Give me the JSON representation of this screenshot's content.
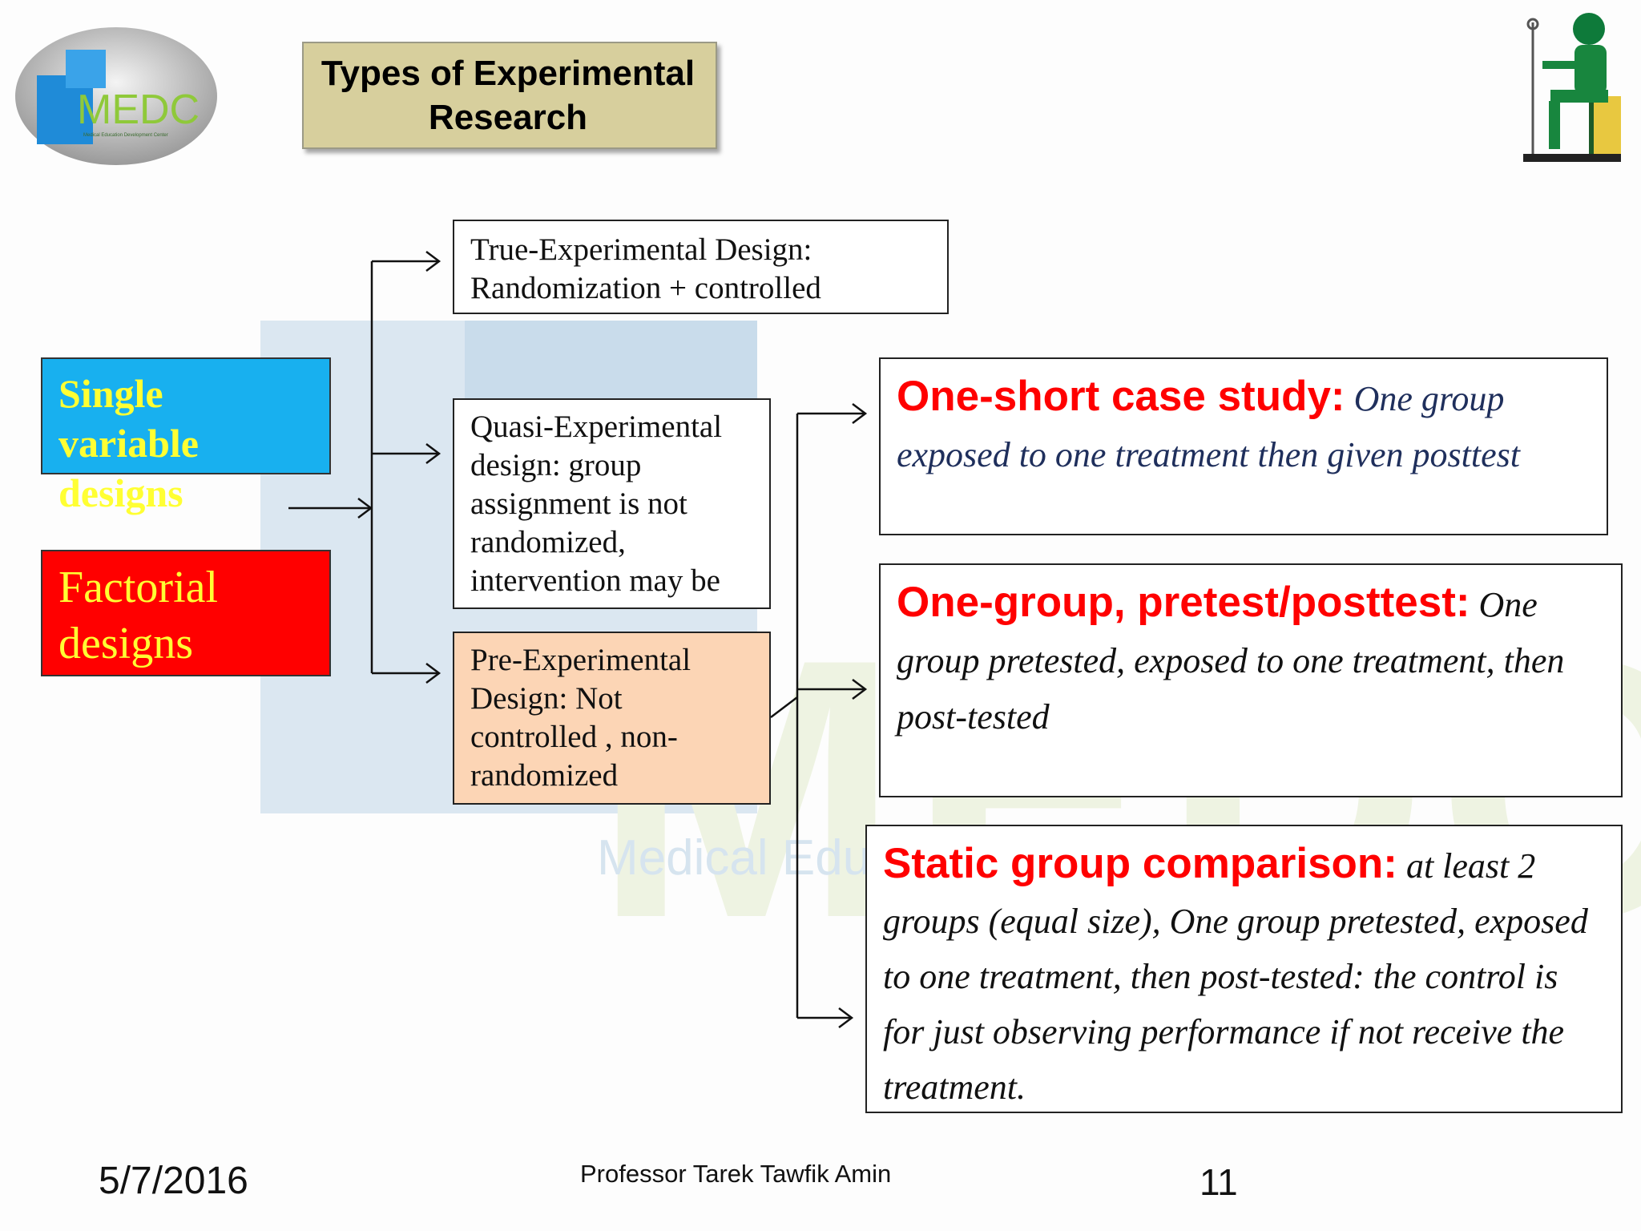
{
  "title": "Types of Experimental Research",
  "logo": {
    "text": "MEDC",
    "subtext": "Medical Education Development Center"
  },
  "watermark": {
    "text": "MEDC",
    "subtext": "Medical Education Development Center"
  },
  "left_boxes": {
    "single": "Single variable designs",
    "factorial": "Factorial designs"
  },
  "middle_boxes": {
    "true_experimental": "True-Experimental Design: Randomization + controlled",
    "quasi_experimental": "Quasi-Experimental design: group assignment is not randomized, intervention may be",
    "pre_experimental": "Pre-Experimental Design: Not controlled , non-randomized"
  },
  "right_boxes": {
    "one_shot": {
      "heading": "One-short case study:",
      "body": "One group exposed to one treatment then given posttest"
    },
    "one_group": {
      "heading": "One-group, pretest/posttest:",
      "body": "One group pretested, exposed to one treatment, then post-tested"
    },
    "static_group": {
      "heading": "Static group comparison:",
      "body": "at least 2 groups (equal size), One group pretested, exposed to one treatment, then post-tested: the control is for just observing performance if not receive the treatment."
    }
  },
  "footer": {
    "date": "5/7/2016",
    "author": "Professor Tarek Tawfik Amin",
    "page": "11"
  },
  "colors": {
    "title_bg": "#d7cf9d",
    "single_bg": "#18b0ef",
    "factorial_bg": "#ff0000",
    "box_text_yellow": "#ffff33",
    "pre_bg": "#fcd5b5",
    "heading_red": "#ff0000",
    "body_navy": "#1f2f5c"
  }
}
